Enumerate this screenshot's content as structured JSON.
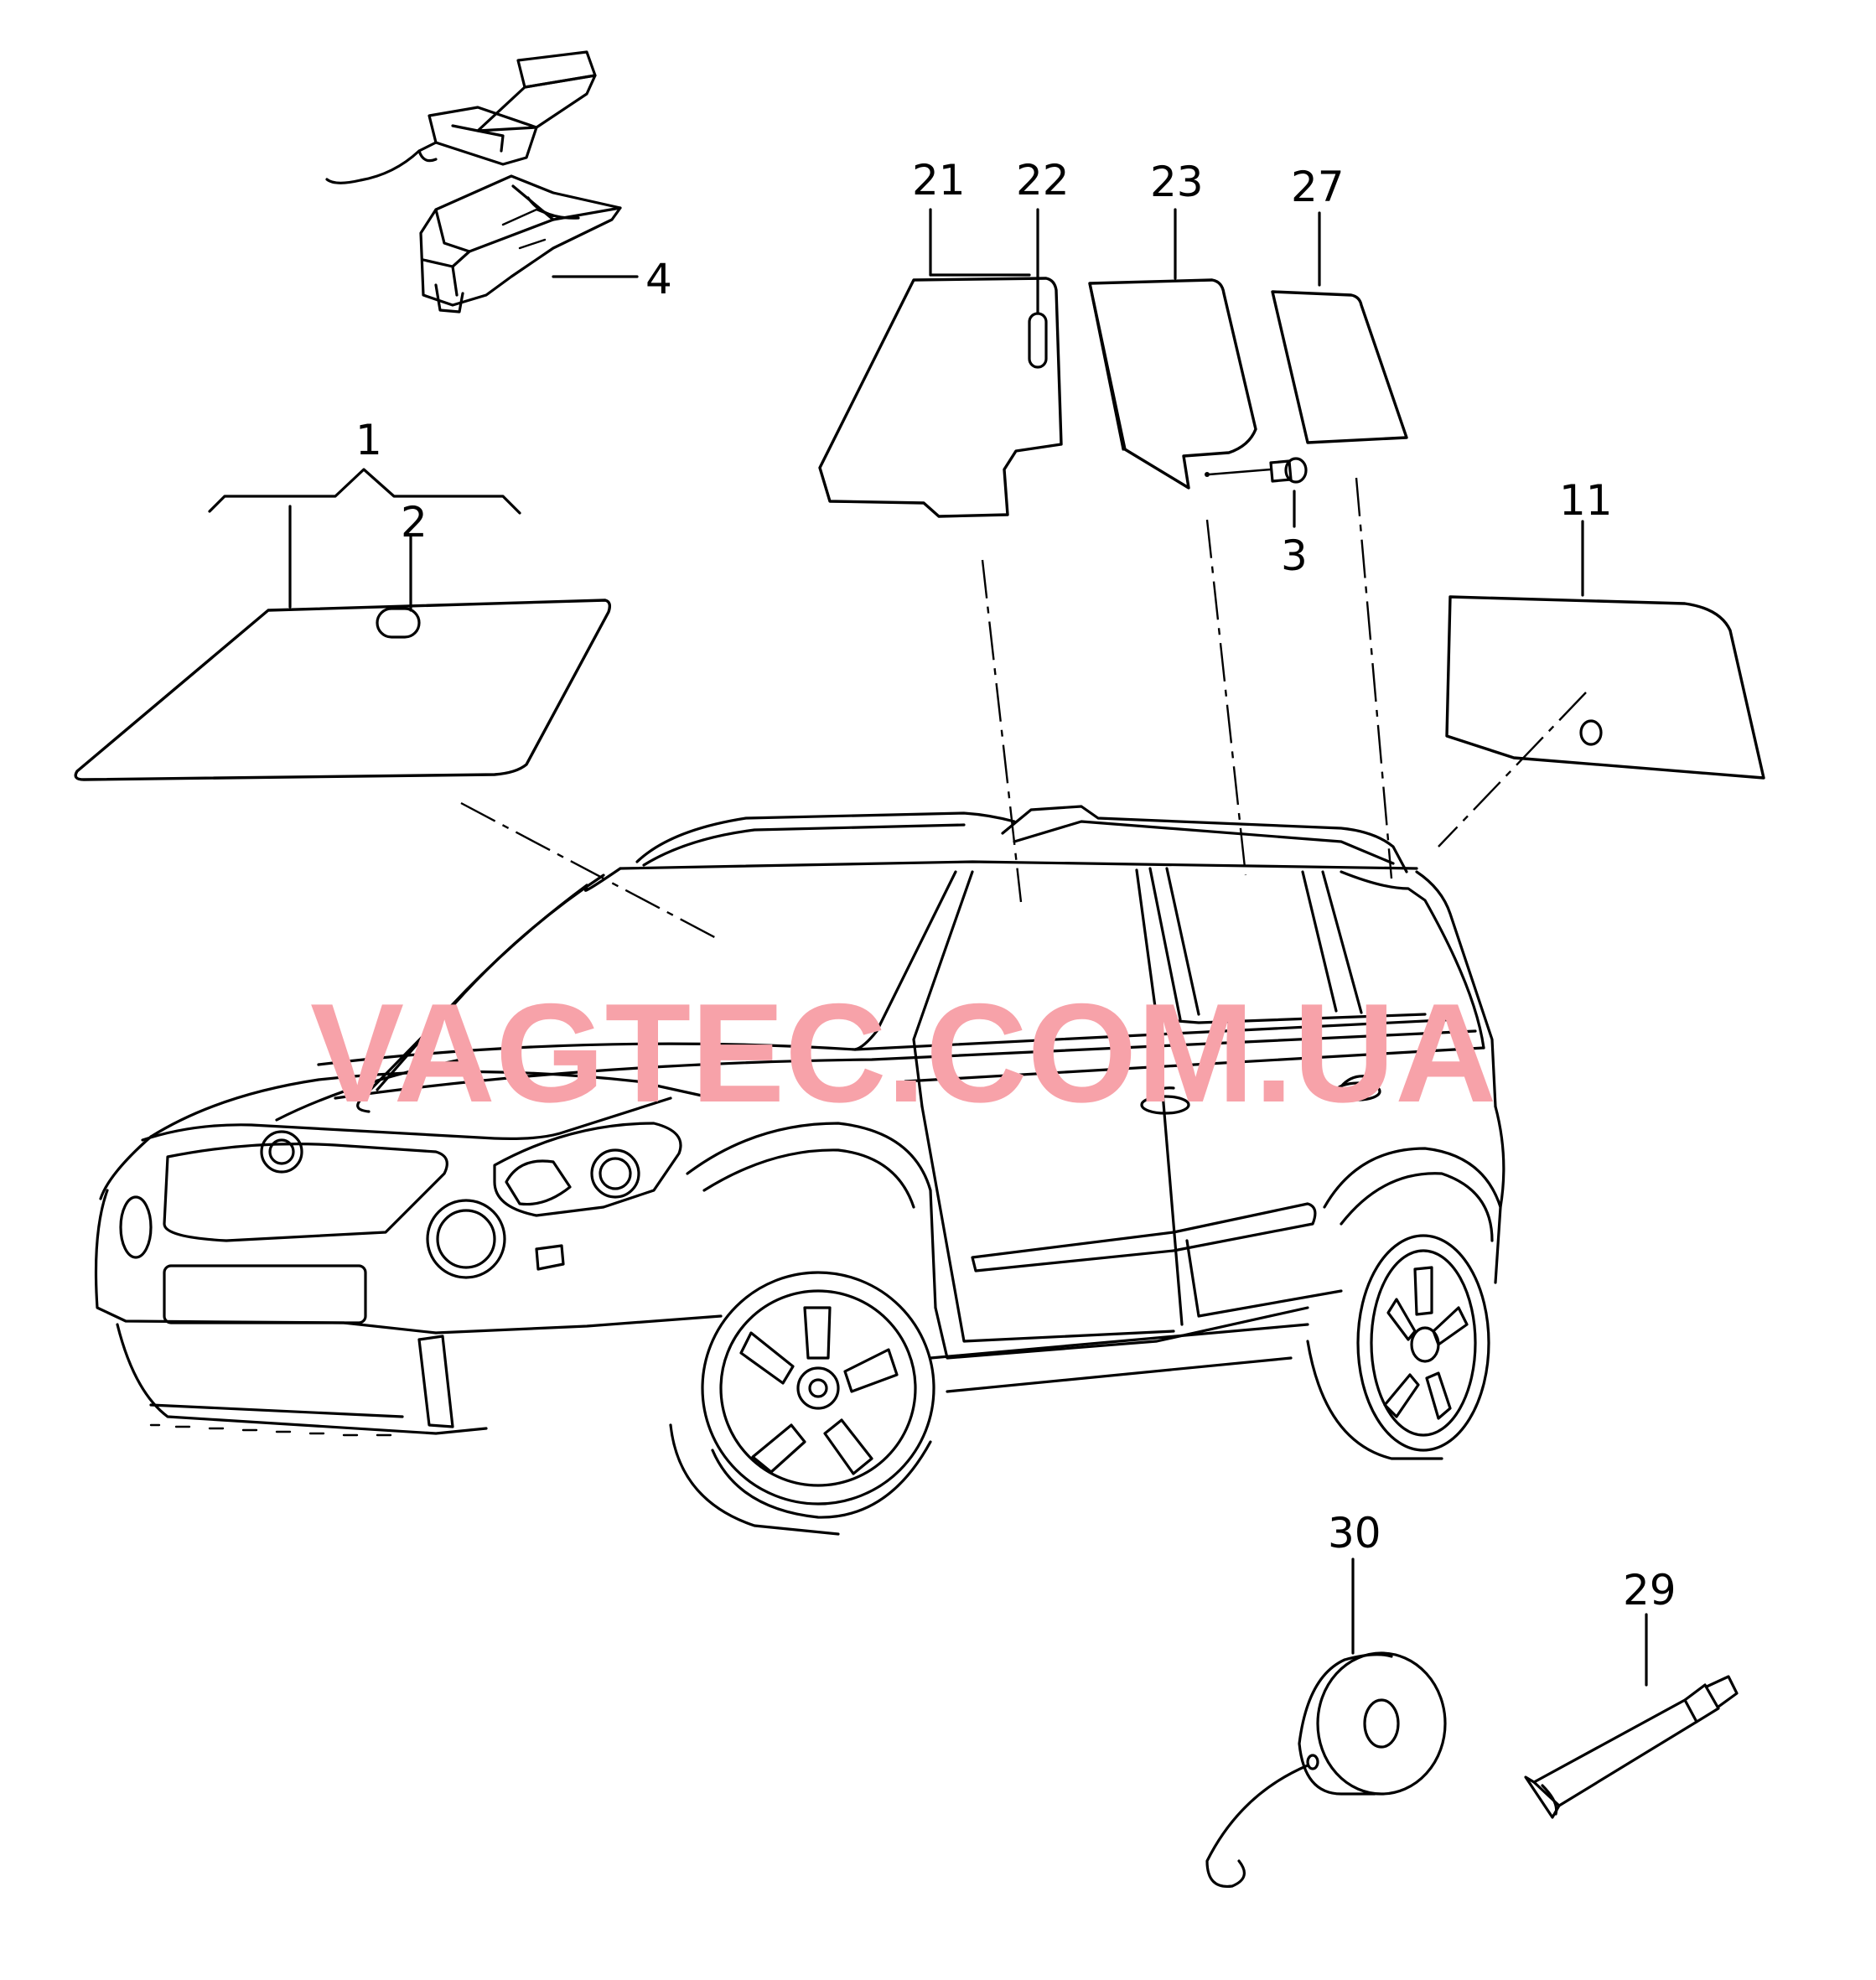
{
  "diagram": {
    "callouts": {
      "c1": "1",
      "c2": "2",
      "c3": "3",
      "c4": "4",
      "c11": "11",
      "c21": "21",
      "c22": "22",
      "c23": "23",
      "c27": "27",
      "c29": "29",
      "c30": "30"
    },
    "watermark": "VAGTEC.COM.UA"
  },
  "colors": {
    "line": "#000000",
    "background": "#ffffff",
    "watermark": "#f7a2a9"
  }
}
